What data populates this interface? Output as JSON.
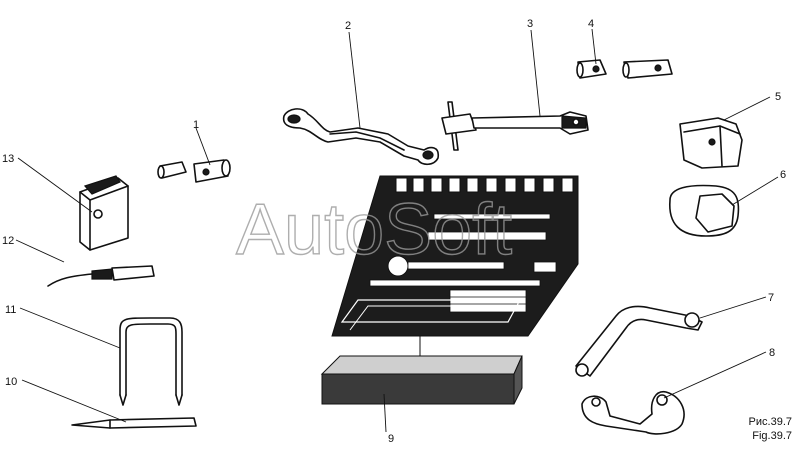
{
  "watermark": "AutoSoft",
  "caption": {
    "ru": "Рис.39.7",
    "en": "Fig.39.7"
  },
  "callouts": [
    "1",
    "2",
    "3",
    "4",
    "5",
    "6",
    "7",
    "8",
    "9",
    "10",
    "11",
    "12",
    "13"
  ]
}
